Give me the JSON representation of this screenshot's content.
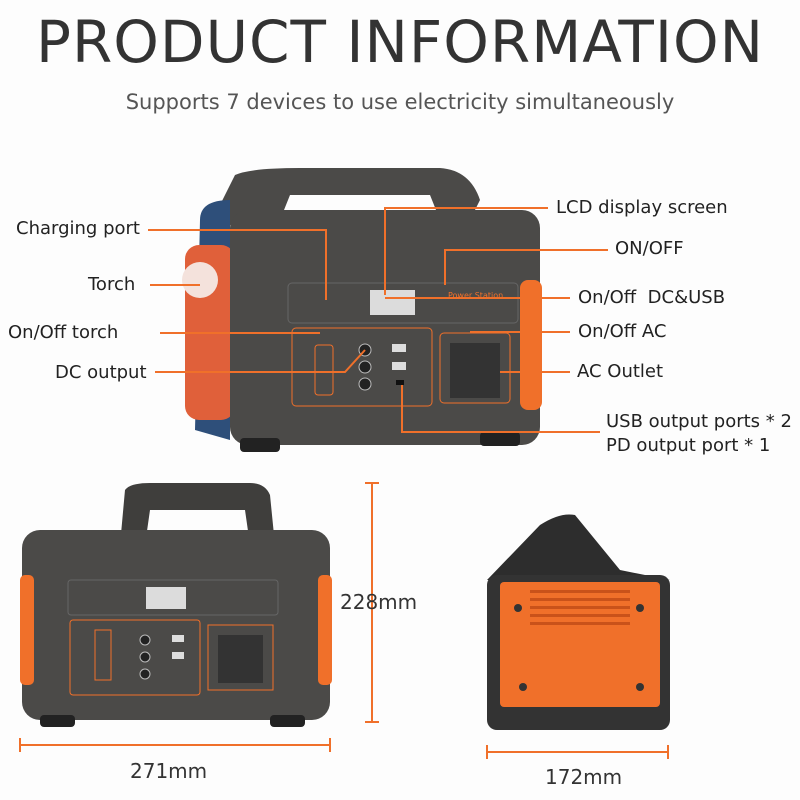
{
  "header": {
    "title": "PRODUCT INFORMATION",
    "subtitle": "Supports 7 devices to use electricity simultaneously"
  },
  "callouts": {
    "left": [
      "Charging port",
      "Torch",
      "On/Off torch",
      "DC output"
    ],
    "right": [
      "LCD display screen",
      "ON/OFF",
      "On/Off  DC&USB",
      "On/Off AC",
      "AC Outlet",
      "USB output ports * 2",
      "PD output port * 1"
    ]
  },
  "device_print": "Power Station",
  "dimensions": {
    "height": "228mm",
    "width": "271mm",
    "depth": "172mm"
  },
  "colors": {
    "accent": "#f0702a",
    "body": "#4b4a48",
    "blue": "#2e4f7a"
  }
}
